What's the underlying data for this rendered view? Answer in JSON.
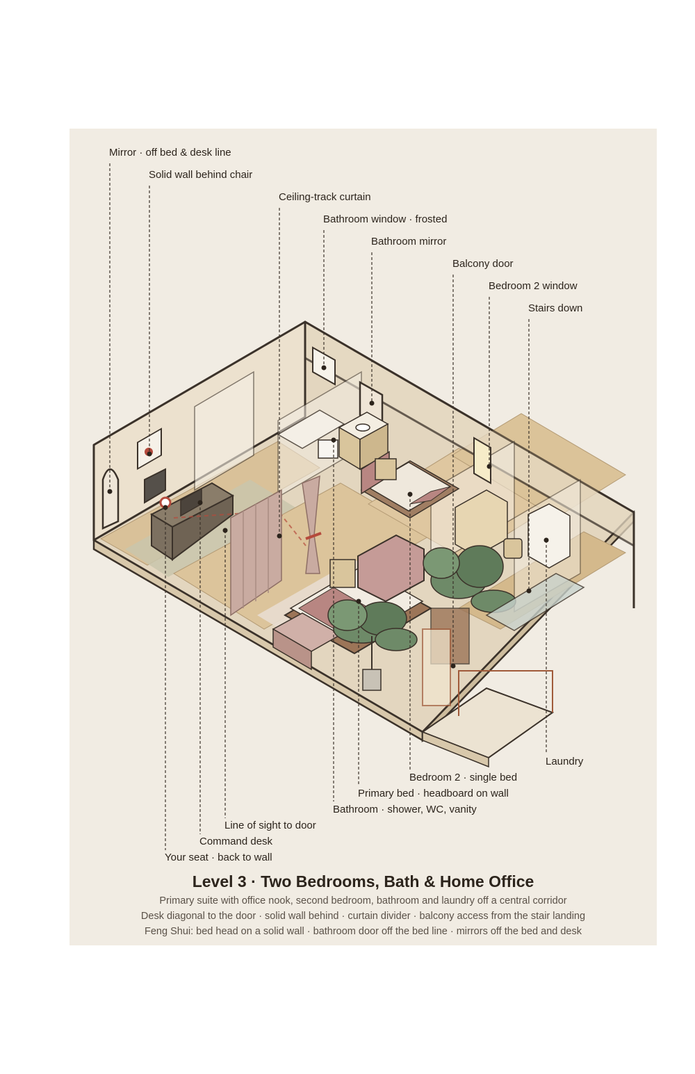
{
  "diagram": {
    "title": "Level 3 · Two Bedrooms, Bath & Home Office",
    "subtitles": [
      "Primary suite with office nook, second bedroom, bathroom and laundry off a central corridor",
      "Desk diagonal to the door · solid wall behind · curtain divider · balcony access from the stair landing",
      "Feng Shui: bed head on a solid wall · bathroom door off the bed line · mirrors off the bed and desk"
    ],
    "labels_top": [
      "Mirror · off bed & desk line",
      "Solid wall behind chair",
      "Ceiling-track curtain",
      "Bathroom window · frosted",
      "Bathroom mirror",
      "Balcony door",
      "Bedroom 2 window",
      "Stairs down"
    ],
    "labels_bottom": [
      "Laundry",
      "Bedroom 2 · single bed",
      "Primary bed · headboard on wall",
      "Bathroom · shower, WC, vanity",
      "Line of sight to door",
      "Command desk",
      "Your seat · back to wall"
    ],
    "colors": {
      "background": "#f1ece3",
      "outline": "#3b322a",
      "floor_wood": "#dcc49b",
      "wall": "#ece1ce",
      "curtain": "#c9aba1",
      "bed_accent": "#b88682",
      "plant": "#6e8a68",
      "accent_red": "#b54a3c"
    }
  }
}
